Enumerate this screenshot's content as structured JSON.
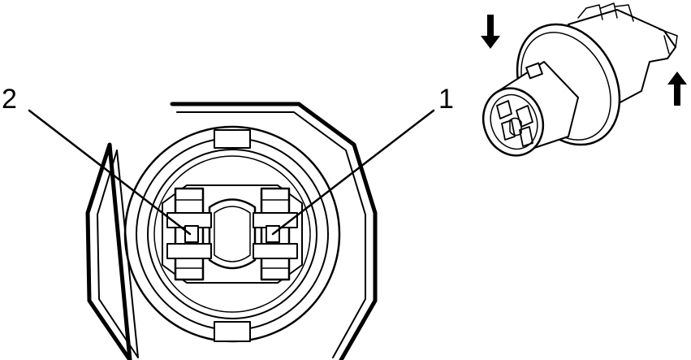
{
  "diagram": {
    "callouts": [
      {
        "id": "pin-1",
        "text": "1"
      },
      {
        "id": "pin-2",
        "text": "2"
      }
    ],
    "direction_arrows": [
      "arrow-down-icon",
      "arrow-up-icon"
    ],
    "line_color": "#000000",
    "background_color": "#ffffff"
  }
}
